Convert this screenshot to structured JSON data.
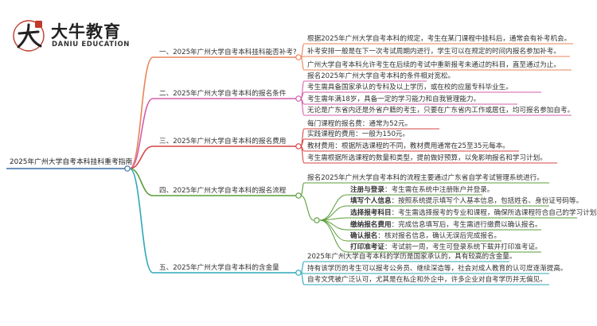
{
  "logo": {
    "name_cn": "大牛教育",
    "name_en": "DANIU EDUCATION"
  },
  "root": {
    "label": "2025年广州大学自考本科挂科重考指南"
  },
  "branches": [
    {
      "label": "一、2025年广州大学自考本科挂科能否补考?",
      "color": "#e8845a",
      "items": [
        {
          "text": "根据2025年广州大学自考本科的规定，考生在某门课程中挂科后，通常会有补考机会。"
        },
        {
          "text": "补考安排一般是在下一次考试周期内进行，学生可以在规定的时间内报名参加补考。"
        },
        {
          "text": "广州大学自考本科允许考生在后续的考试中重新报考未通过的科目，直至通过为止。"
        }
      ]
    },
    {
      "label": "二、2025年广州大学自考本科的报名条件",
      "color": "#d35fa8",
      "items": [
        {
          "text": "报名2025年广州大学自考本科的条件相对宽松。"
        },
        {
          "text": "考生需具备国家承认的专科及以上学历，或在校的应届专科毕业生。"
        },
        {
          "text": "考生需年满18岁，具备一定的学习能力和自我管理能力。"
        },
        {
          "text": "无论是广东省内还是外省户籍的考生，只要在广东省内工作或居住，均可报名参加自考。"
        }
      ]
    },
    {
      "label": "三、2025年广州大学自考本科的报名费用",
      "color": "#d64545",
      "items": [
        {
          "text": "每门课程的报名费：通常为52元。"
        },
        {
          "text": "实践课程的费用：一般为150元。"
        },
        {
          "text": "教材费用：根据所选课程的不同，教材费用通常在25至35元每本。"
        },
        {
          "text": "考生需根据所选课程的数量和类型，提前做好预算，以免影响报名和学习计划。"
        }
      ]
    },
    {
      "label": "四、2025年广州大学自考本科的报名流程",
      "color": "#5a9e3a",
      "intro": "报名2025年广州大学自考本科的流程主要通过广东省自学考试管理系统进行。",
      "steps": [
        {
          "key": "注册与登录",
          "text": "：考生需在系统中注册账户并登录。"
        },
        {
          "key": "填写个人信息",
          "text": "：按照系统提示填写个人基本信息，包括姓名、身份证号码等。"
        },
        {
          "key": "选择报考科目",
          "text": "：考生需选择报考的专业和课程，确保所选课程符合自己的学习计划。"
        },
        {
          "key": "缴纳报名费用",
          "text": "：完成信息填写后，考生需进行缴费以确认报名。"
        },
        {
          "key": "确认报名",
          "text": "：核对报名信息，确认无误后完成报名。"
        },
        {
          "key": "打印准考证",
          "text": "：考试前一周，考生可登录系统下载并打印准考证。"
        }
      ]
    },
    {
      "label": "五、2025年广州大学自考本科的含金量",
      "color": "#2fa8b8",
      "items": [
        {
          "text": "2025年广州大学自考本科的学历是国家承认的，具有较高的含金量。"
        },
        {
          "text": "持有该学历的考生可以报考公务员、继续深造等，社会对成人教育的认可度逐渐提高。"
        },
        {
          "text": "自考文凭被广泛认可，尤其是在私企和外企中，许多企业对自考学历并无偏见。"
        }
      ]
    }
  ]
}
